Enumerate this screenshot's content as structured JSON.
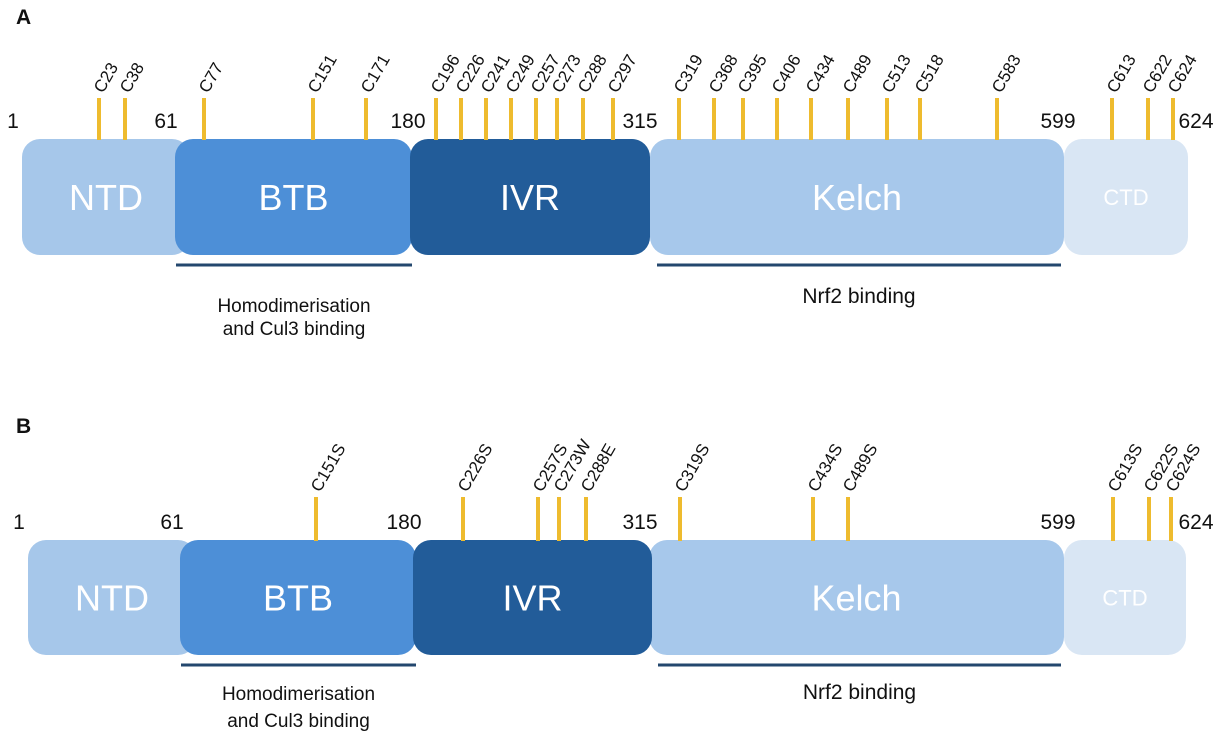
{
  "colors": {
    "NTD": "#a6c7ea",
    "BTB": "#4d8fd7",
    "IVR": "#225c99",
    "Kelch": "#a7c8eb",
    "CTD": "#d9e6f4",
    "marker": "#eebb2e",
    "underline": "#23476e"
  },
  "panels": [
    {
      "id": "A",
      "label": "A",
      "positions": [
        "1",
        "61",
        "180",
        "315",
        "599",
        "624"
      ],
      "domains": [
        {
          "id": "NTD",
          "label": "NTD"
        },
        {
          "id": "BTB",
          "label": "BTB"
        },
        {
          "id": "IVR",
          "label": "IVR"
        },
        {
          "id": "Kelch",
          "label": "Kelch"
        },
        {
          "id": "CTD",
          "label": "CTD"
        }
      ],
      "cysteines": [
        "C23",
        "C38",
        "C77",
        "C151",
        "C171",
        "C196",
        "C226",
        "C241",
        "C249",
        "C257",
        "C273",
        "C288",
        "C297",
        "C319",
        "C368",
        "C395",
        "C406",
        "C434",
        "C489",
        "C513",
        "C518",
        "C583",
        "C613",
        "C622",
        "C624"
      ],
      "regions": [
        {
          "id": "homodimerisation",
          "lines": [
            "Homodimerisation",
            "and Cul3 binding"
          ]
        },
        {
          "id": "nrf2",
          "lines": [
            "Nrf2 binding"
          ]
        }
      ]
    },
    {
      "id": "B",
      "label": "B",
      "positions": [
        "1",
        "61",
        "180",
        "315",
        "599",
        "624"
      ],
      "domains": [
        {
          "id": "NTD",
          "label": "NTD"
        },
        {
          "id": "BTB",
          "label": "BTB"
        },
        {
          "id": "IVR",
          "label": "IVR"
        },
        {
          "id": "Kelch",
          "label": "Kelch"
        },
        {
          "id": "CTD",
          "label": "CTD"
        }
      ],
      "cysteines": [
        "C151S",
        "C226S",
        "C257S",
        "C273W",
        "C288E",
        "C319S",
        "C434S",
        "C489S",
        "C613S",
        "C622S",
        "C624S"
      ],
      "regions": [
        {
          "id": "homodimerisation",
          "lines": [
            "Homodimerisation",
            "and Cul3 binding"
          ]
        },
        {
          "id": "nrf2",
          "lines": [
            "Nrf2 binding"
          ]
        }
      ]
    }
  ]
}
